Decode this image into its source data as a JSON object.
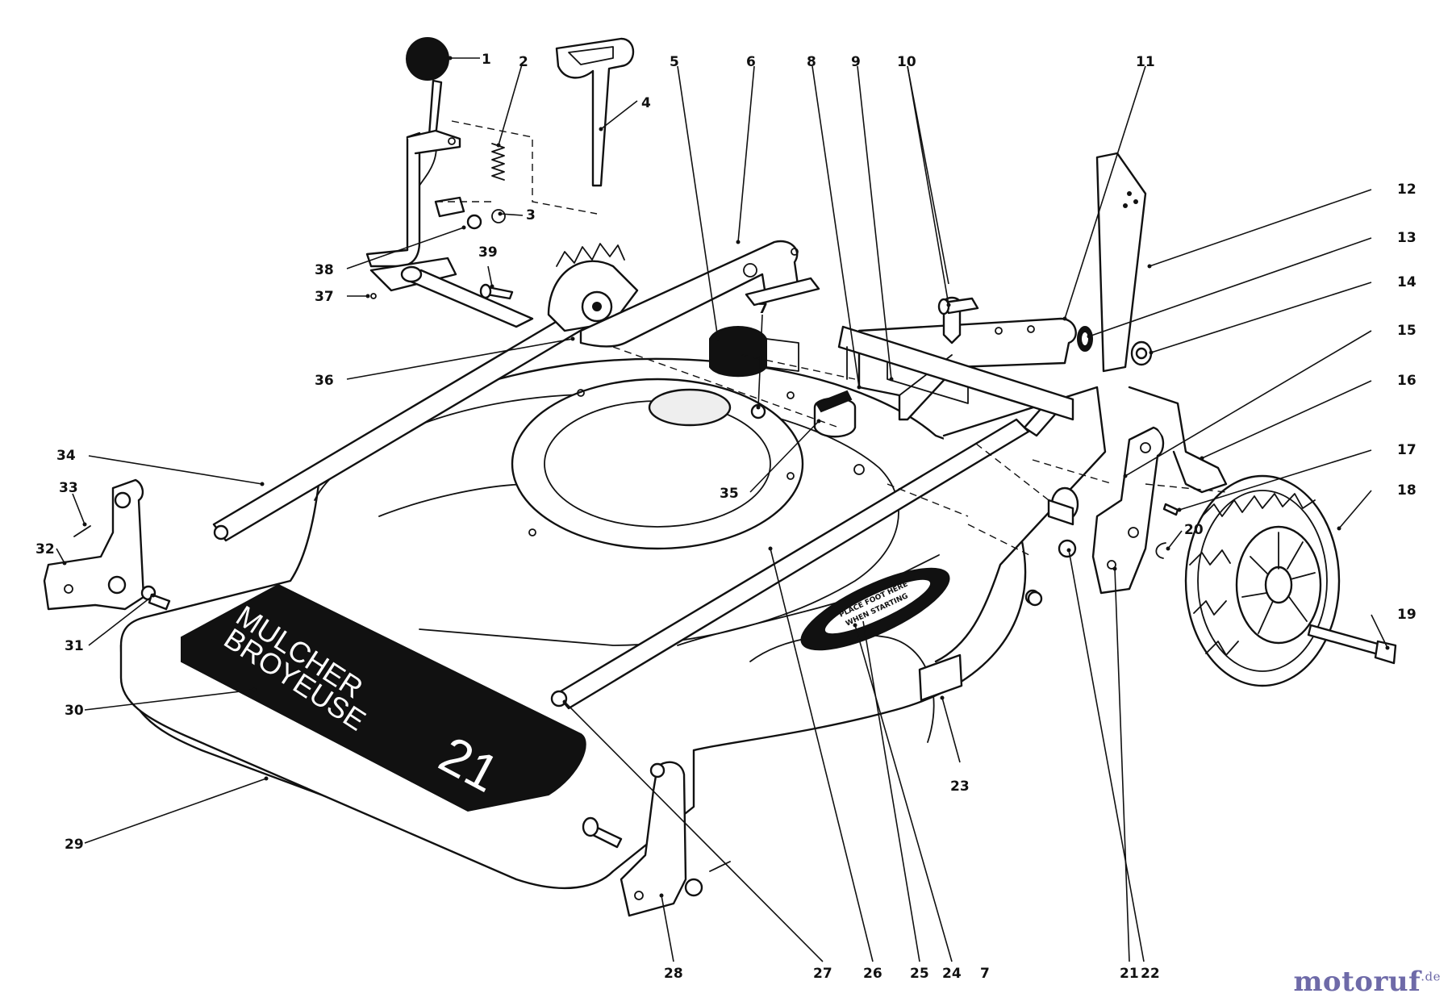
{
  "labels": {
    "p1": "1",
    "p2": "2",
    "p3": "3",
    "p4": "4",
    "p5": "5",
    "p6": "6",
    "p7a": "7",
    "p7b": "7",
    "p8": "8",
    "p9": "9",
    "p10": "10",
    "p11": "11",
    "p12": "12",
    "p13": "13",
    "p14": "14",
    "p15": "15",
    "p16": "16",
    "p17": "17",
    "p18": "18",
    "p19": "19",
    "p20": "20",
    "p21": "21",
    "p22": "22",
    "p23": "23",
    "p24": "24",
    "p25": "25",
    "p26": "26",
    "p27": "27",
    "p28": "28",
    "p29": "29",
    "p30": "30",
    "p31": "31",
    "p32": "32",
    "p33": "33",
    "p34": "34",
    "p35": "35",
    "p36": "36",
    "p37": "37",
    "p38": "38",
    "p39": "39"
  },
  "deck_decal": {
    "line1": "MULCHER",
    "line2": "BROYEUSE",
    "size": "21"
  },
  "foot_decal": {
    "line1": "PLACE FOOT HERE",
    "line2": "WHEN STARTING"
  },
  "watermark": {
    "text": "motoruf",
    "suffix": ".de"
  }
}
